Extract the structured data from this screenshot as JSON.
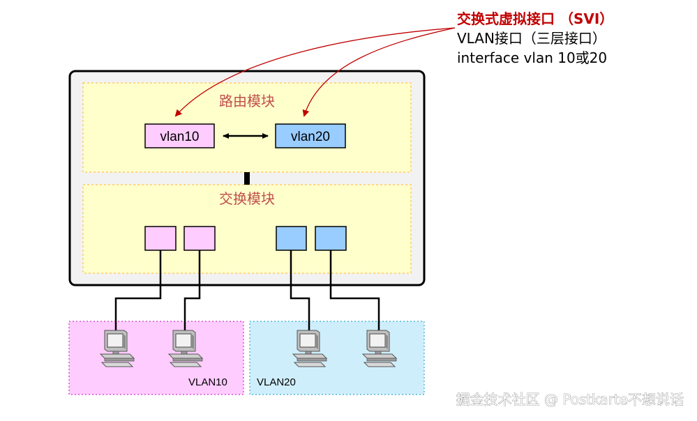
{
  "svi_annotation": {
    "title": "交换式虚拟接口 （SVI）",
    "line1": "VLAN接口（三层接口）",
    "line2": "interface vlan 10或20"
  },
  "router_module": {
    "label": "路由模块",
    "interfaces": [
      "vlan10",
      "vlan20"
    ]
  },
  "switch_module": {
    "label": "交换模块"
  },
  "groups": {
    "vlan10_label": "VLAN10",
    "vlan20_label": "VLAN20"
  },
  "colors": {
    "vlan10": "#ffccff",
    "vlan20": "#99ccff",
    "module_fill": "#ffffcc",
    "module_border": "#ffcc66",
    "arrow_red": "#c00000"
  },
  "watermark": "掘金技术社区 @ Postkarte不想说话"
}
